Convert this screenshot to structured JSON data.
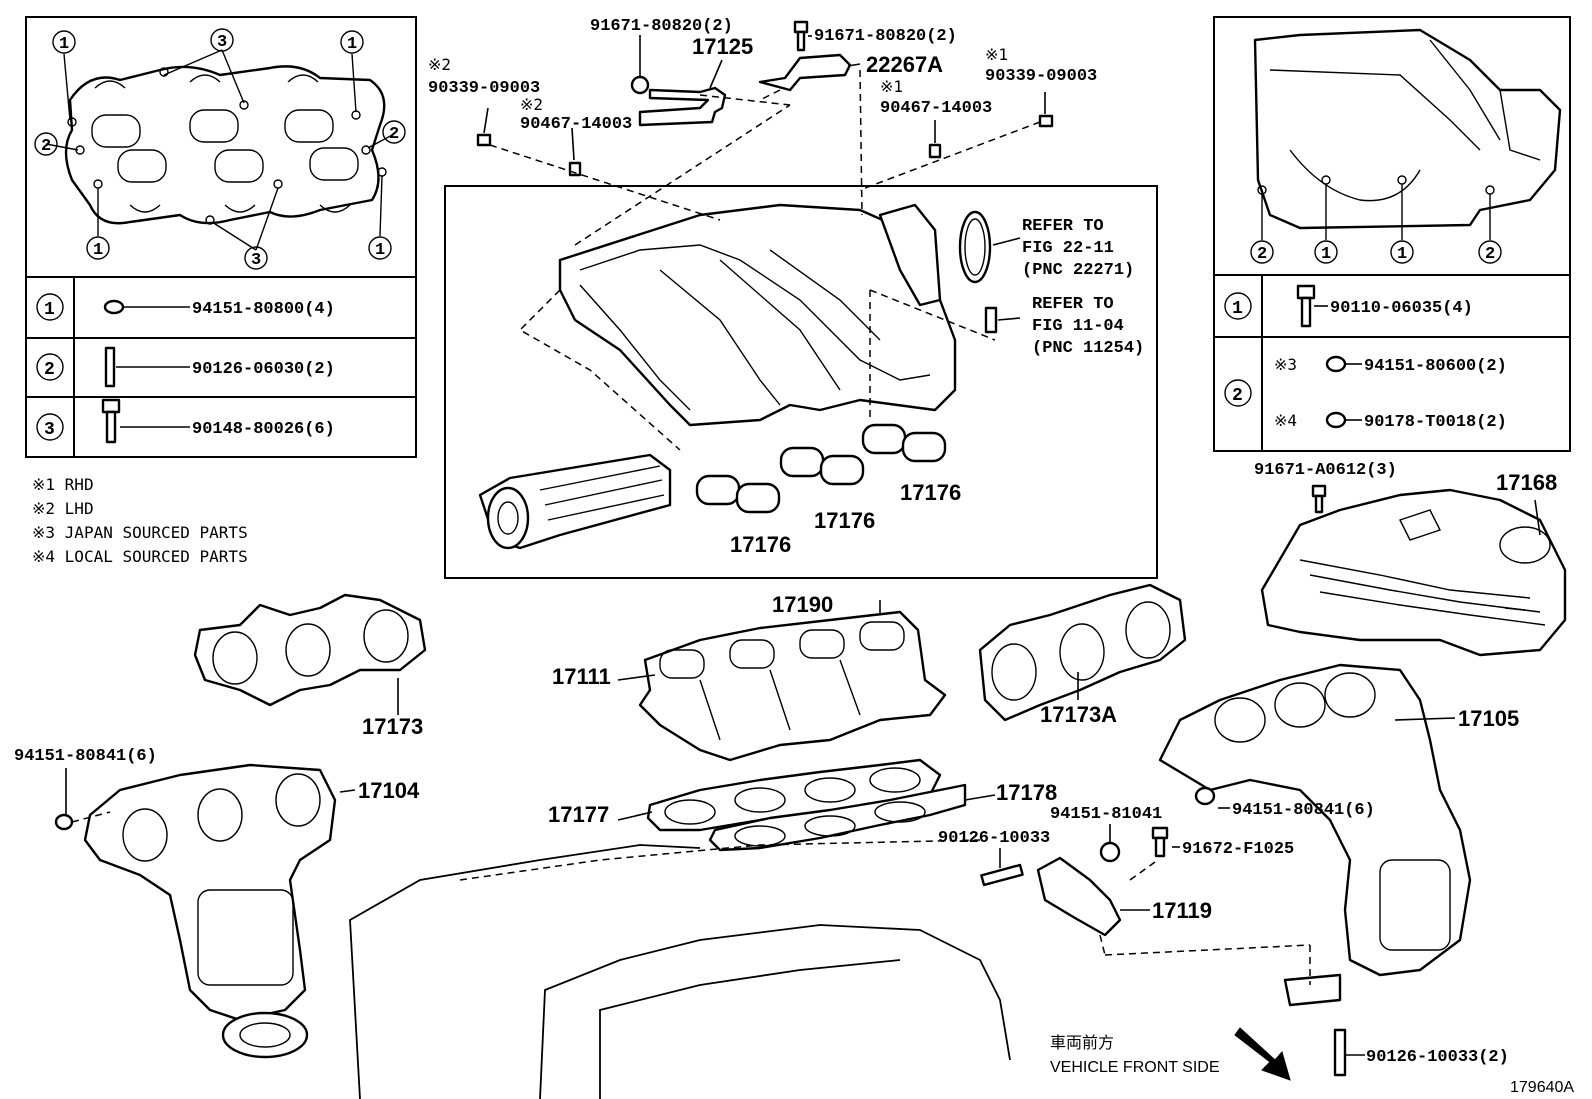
{
  "diagram_id": "179640A",
  "notes": {
    "n1": "※1 RHD",
    "n2": "※2 LHD",
    "n3": "※3 JAPAN SOURCED PARTS",
    "n4": "※4 LOCAL SOURCED PARTS"
  },
  "left_table": {
    "rows": [
      {
        "key": "1",
        "part": "94151-80800(4)"
      },
      {
        "key": "2",
        "part": "90126-06030(2)"
      },
      {
        "key": "3",
        "part": "90148-80026(6)"
      }
    ]
  },
  "right_table": {
    "rows": [
      {
        "key": "1",
        "part": "90110-06035(4)"
      },
      {
        "key": "2",
        "mark_a": "※3",
        "part_a": "94151-80600(2)",
        "mark_b": "※4",
        "part_b": "90178-T0018(2)"
      }
    ]
  },
  "callout_marks": {
    "c1": "1",
    "c2": "2",
    "c3": "3"
  },
  "labels": {
    "top_bolt_a": "91671-80820(2)",
    "top_bolt_b": "91671-80820(2)",
    "p17125": "17125",
    "p22267A": "22267A",
    "lhd_mark_a": "※2",
    "lhd_pin": "90339-09003",
    "lhd_mark_b": "※2",
    "lhd_clip": "90467-14003",
    "rhd_mark_a": "※1",
    "rhd_pin": "90339-09003",
    "rhd_mark_b": "※1",
    "rhd_clip": "90467-14003",
    "refer1_a": "REFER TO",
    "refer1_b": "FIG 22-11",
    "refer1_c": "(PNC 22271)",
    "refer2_a": "REFER TO",
    "refer2_b": "FIG 11-04",
    "refer2_c": "(PNC 11254)",
    "g17176a": "17176",
    "g17176b": "17176",
    "g17176c": "17176",
    "p17190": "17190",
    "p17111": "17111",
    "p17173": "17173",
    "p17173A": "17173A",
    "p17104": "17104",
    "nut_left": "94151-80841(6)",
    "p17177": "17177",
    "p17178": "17178",
    "stud_a": "90126-10033",
    "nut_b": "94151-81041",
    "bolt_c": "91672-F1025",
    "p17119": "17119",
    "nut_right": "94151-80841(6)",
    "p17105": "17105",
    "bolt_d": "91671-A0612(3)",
    "p17168": "17168",
    "stud_b": "90126-10033(2)",
    "front_jp": "車両前方",
    "front_en": "VEHICLE FRONT SIDE"
  }
}
